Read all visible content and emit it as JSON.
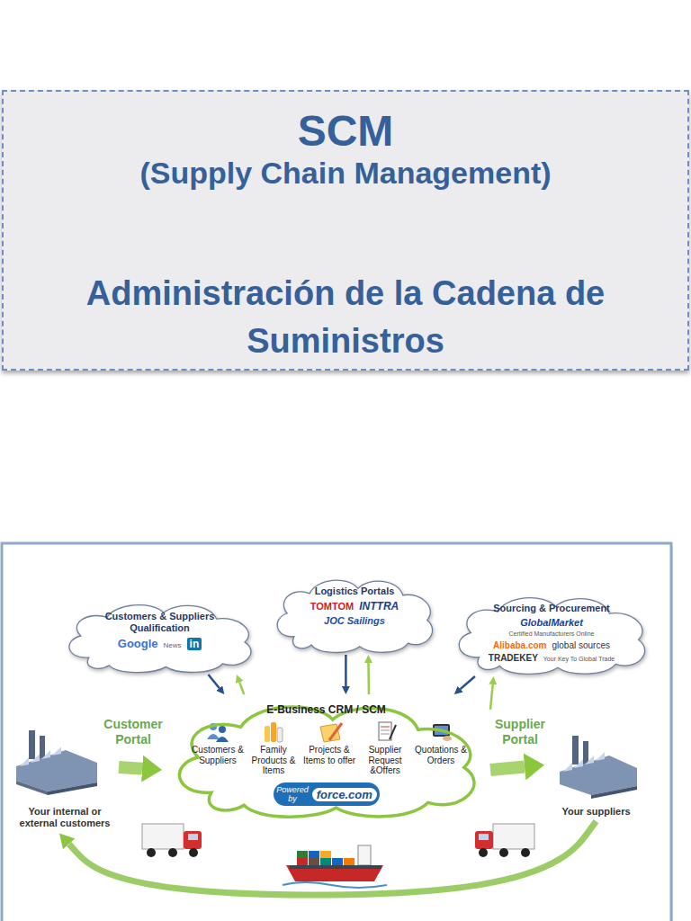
{
  "diagram": {
    "nodes": [
      {
        "text": [
          "SCM",
          "(Supply Chain Management)",
          "Administración de la Cadena de Suministros"
        ]
      },
      {
        "text": [
          "Customers & Suppliers Qualification",
          "Google",
          "News",
          "in"
        ]
      },
      {
        "text": [
          "Logistics Portals",
          "TOMTOM",
          "INTTRA",
          "JOC Sailings"
        ]
      },
      {
        "text": [
          "Sourcing & Procurement",
          "GlobalMarket",
          "Certified Manufacturers Online",
          "Alibaba.com",
          "global sources",
          "TRADEKEY",
          "Your Key To Global Trade"
        ]
      },
      {
        "text": [
          "Your internal or external customers"
        ]
      },
      {
        "text": [
          "E-Business CRM / SCM"
        ]
      },
      {
        "text": [
          "Customers & Suppliers"
        ],
        "in": 5
      },
      {
        "text": [
          "Family Products & Items"
        ],
        "in": 5
      },
      {
        "text": [
          "Projects & Items to offer"
        ],
        "in": 5
      },
      {
        "text": [
          "Supplier Request &Offers"
        ],
        "in": 5
      },
      {
        "text": [
          "Quotations & Orders"
        ],
        "in": 5
      },
      {
        "text": [
          "Powered by",
          "force.com"
        ],
        "in": 5
      },
      {
        "text": [
          "Your suppliers"
        ]
      }
    ],
    "edges": [
      {
        "from": 1,
        "to": 5,
        "arrow": "to"
      },
      {
        "from": 5,
        "to": 1,
        "arrow": "to"
      },
      {
        "from": 2,
        "to": 5,
        "arrow": "to"
      },
      {
        "from": 5,
        "to": 2,
        "arrow": "to"
      },
      {
        "from": 3,
        "to": 5,
        "arrow": "to"
      },
      {
        "from": 5,
        "to": 3,
        "arrow": "to"
      },
      {
        "from": 4,
        "to": 5,
        "label": "Customer Portal",
        "arrow": "to"
      },
      {
        "from": 5,
        "to": 12,
        "label": "Supplier Portal",
        "arrow": "to"
      },
      {
        "from": 12,
        "to": 4,
        "arrow": "to"
      }
    ]
  }
}
